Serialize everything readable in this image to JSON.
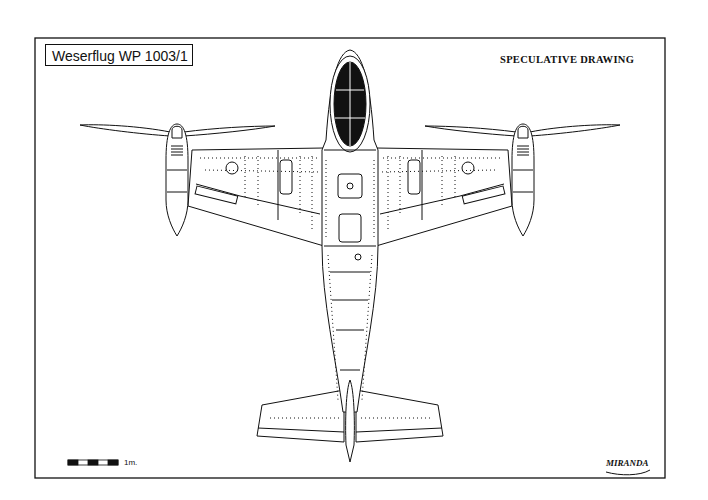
{
  "diagram": {
    "title": "Weserflug WP 1003/1",
    "labels": [
      "SPECULATIVE DRAWING",
      "1m.",
      "MIRANDA"
    ]
  }
}
